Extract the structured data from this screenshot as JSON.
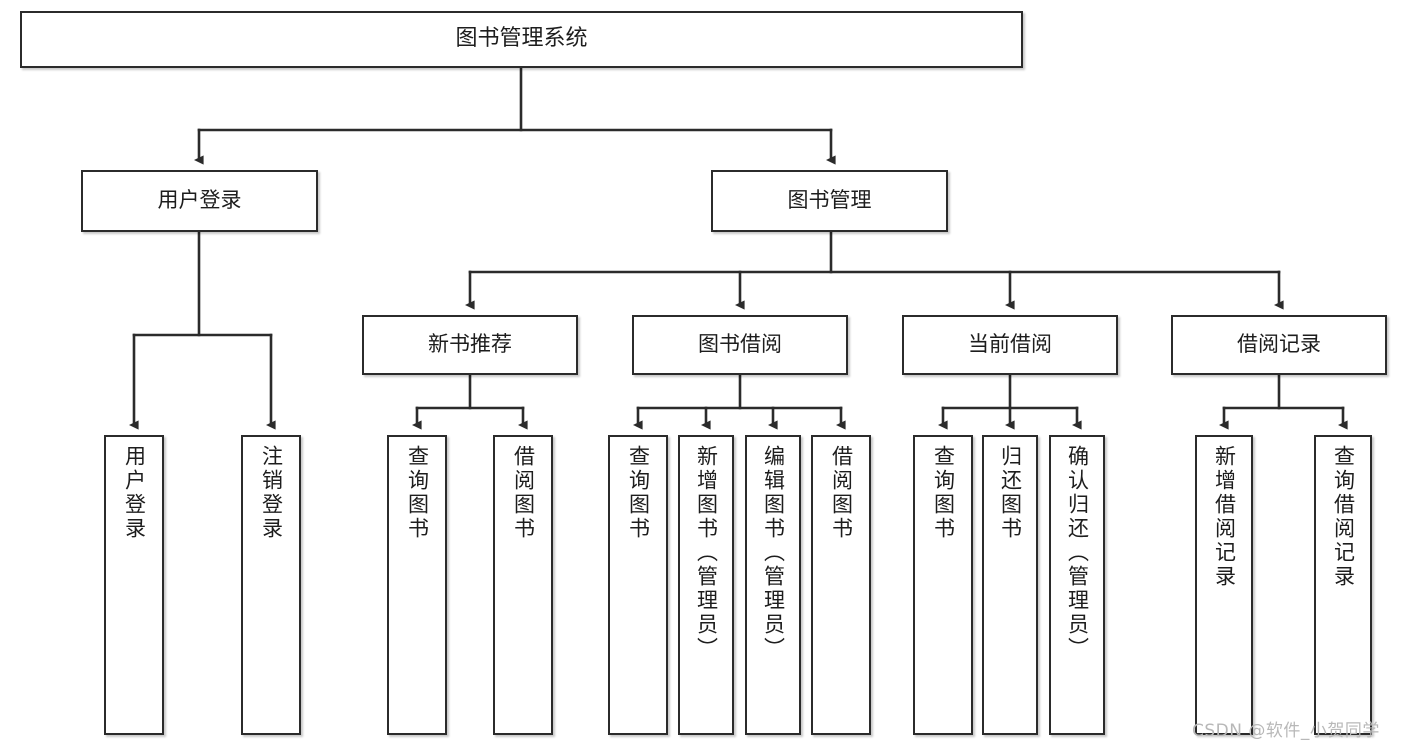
{
  "diagram": {
    "type": "hierarchy-tree",
    "title": "图书管理系统",
    "orientation": "top-down",
    "levels": 4,
    "colors": {
      "node_border": "#2b2b2b",
      "node_fill": "#ffffff",
      "edge": "#2b2b2b",
      "background": "#ffffff",
      "watermark": "#b8b8b8"
    }
  },
  "nodes": {
    "root": {
      "id": "root",
      "label": "图书管理系统",
      "level": 0,
      "orientation": "horizontal"
    },
    "level1": [
      {
        "id": "user-login",
        "label": "用户登录",
        "level": 1,
        "orientation": "horizontal",
        "parent": "root"
      },
      {
        "id": "book-manage",
        "label": "图书管理",
        "level": 1,
        "orientation": "horizontal",
        "parent": "root"
      }
    ],
    "level2": [
      {
        "id": "new-book-recommend",
        "label": "新书推荐",
        "level": 2,
        "orientation": "horizontal",
        "parent": "book-manage"
      },
      {
        "id": "book-borrow",
        "label": "图书借阅",
        "level": 2,
        "orientation": "horizontal",
        "parent": "book-manage"
      },
      {
        "id": "current-borrow",
        "label": "当前借阅",
        "level": 2,
        "orientation": "horizontal",
        "parent": "book-manage"
      },
      {
        "id": "borrow-record",
        "label": "借阅记录",
        "level": 2,
        "orientation": "horizontal",
        "parent": "book-manage"
      }
    ],
    "leaves": [
      {
        "id": "leaf-user-login",
        "label": "用户登录",
        "orientation": "vertical",
        "parent": "user-login"
      },
      {
        "id": "leaf-user-logout",
        "label": "注销登录",
        "orientation": "vertical",
        "parent": "user-login"
      },
      {
        "id": "leaf-query-book-1",
        "label": "查询图书",
        "orientation": "vertical",
        "parent": "new-book-recommend"
      },
      {
        "id": "leaf-borrow-book-1",
        "label": "借阅图书",
        "orientation": "vertical",
        "parent": "new-book-recommend"
      },
      {
        "id": "leaf-query-book-2",
        "label": "查询图书",
        "orientation": "vertical",
        "parent": "book-borrow"
      },
      {
        "id": "leaf-add-book",
        "label": "新增图书（管理员）",
        "orientation": "vertical",
        "parent": "book-borrow"
      },
      {
        "id": "leaf-edit-book",
        "label": "编辑图书（管理员）",
        "orientation": "vertical",
        "parent": "book-borrow"
      },
      {
        "id": "leaf-borrow-book-2",
        "label": "借阅图书",
        "orientation": "vertical",
        "parent": "book-borrow"
      },
      {
        "id": "leaf-query-book-3",
        "label": "查询图书",
        "orientation": "vertical",
        "parent": "current-borrow"
      },
      {
        "id": "leaf-return-book",
        "label": "归还图书",
        "orientation": "vertical",
        "parent": "current-borrow"
      },
      {
        "id": "leaf-confirm-return",
        "label": "确认归还（管理员）",
        "orientation": "vertical",
        "parent": "current-borrow"
      },
      {
        "id": "leaf-add-record",
        "label": "新增借阅记录",
        "orientation": "vertical",
        "parent": "borrow-record"
      },
      {
        "id": "leaf-query-record",
        "label": "查询借阅记录",
        "orientation": "vertical",
        "parent": "borrow-record"
      }
    ]
  },
  "watermark": {
    "text": "CSDN @软件_小贺同学"
  }
}
